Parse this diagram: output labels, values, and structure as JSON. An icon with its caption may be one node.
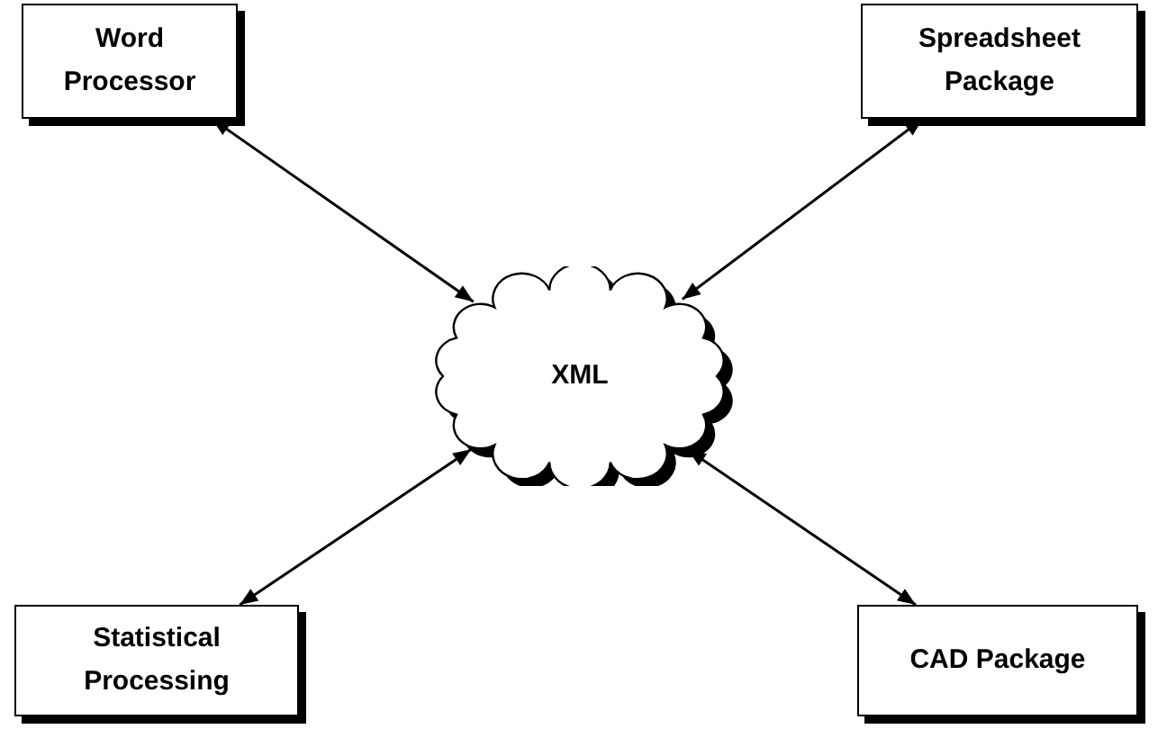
{
  "diagram": {
    "nodes": [
      {
        "text": [
          "Word Processor"
        ]
      },
      {
        "text": [
          "Spreadsheet Package"
        ]
      },
      {
        "text": [
          "XML"
        ]
      },
      {
        "text": [
          "Statistical Processing"
        ]
      },
      {
        "text": [
          "CAD Package"
        ]
      }
    ],
    "edges": [
      {
        "from": 0,
        "to": 2,
        "arrow": "both"
      },
      {
        "from": 1,
        "to": 2,
        "arrow": "both"
      },
      {
        "from": 3,
        "to": 2,
        "arrow": "both"
      },
      {
        "from": 4,
        "to": 2,
        "arrow": "both"
      }
    ]
  }
}
